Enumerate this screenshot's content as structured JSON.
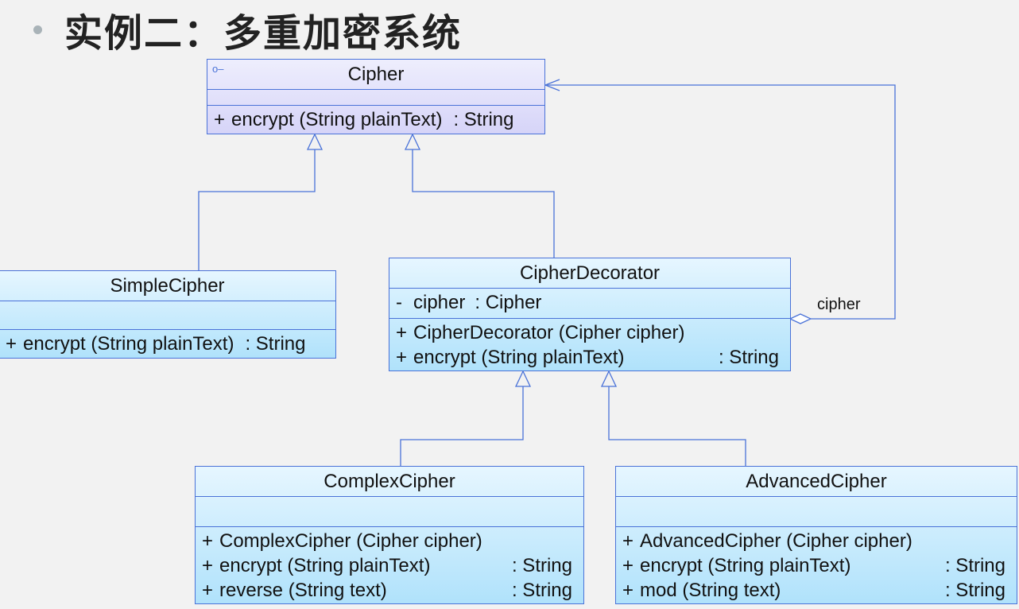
{
  "slide": {
    "title": "实例二：多重加密系统"
  },
  "classes": {
    "cipher": {
      "name": "Cipher",
      "operations": [
        {
          "vis": "+",
          "sig": "encrypt (String plainText)",
          "ret": ": String"
        }
      ]
    },
    "simple_cipher": {
      "name": "SimpleCipher",
      "operations": [
        {
          "vis": "+",
          "sig": "encrypt (String plainText)",
          "ret": ": String"
        }
      ]
    },
    "cipher_decorator": {
      "name": "CipherDecorator",
      "attributes": [
        {
          "vis": "-",
          "sig": "cipher",
          "ret": ": Cipher"
        }
      ],
      "operations": [
        {
          "vis": "+",
          "sig": "CipherDecorator (Cipher cipher)",
          "ret": ""
        },
        {
          "vis": "+",
          "sig": "encrypt (String plainText)",
          "ret": ": String"
        }
      ]
    },
    "complex_cipher": {
      "name": "ComplexCipher",
      "operations": [
        {
          "vis": "+",
          "sig": "ComplexCipher (Cipher cipher)",
          "ret": ""
        },
        {
          "vis": "+",
          "sig": "encrypt (String plainText)",
          "ret": ": String"
        },
        {
          "vis": "+",
          "sig": "reverse (String text)",
          "ret": ": String"
        }
      ]
    },
    "advanced_cipher": {
      "name": "AdvancedCipher",
      "operations": [
        {
          "vis": "+",
          "sig": "AdvancedCipher (Cipher cipher)",
          "ret": ""
        },
        {
          "vis": "+",
          "sig": "encrypt (String plainText)",
          "ret": ": String"
        },
        {
          "vis": "+",
          "sig": "mod (String text)",
          "ret": ": String"
        }
      ]
    }
  },
  "associations": {
    "aggregation_role": "cipher"
  },
  "colors": {
    "line": "#4a72d8",
    "class_fill": "#b0e2fb",
    "interface_fill": "#d6d4f8"
  }
}
